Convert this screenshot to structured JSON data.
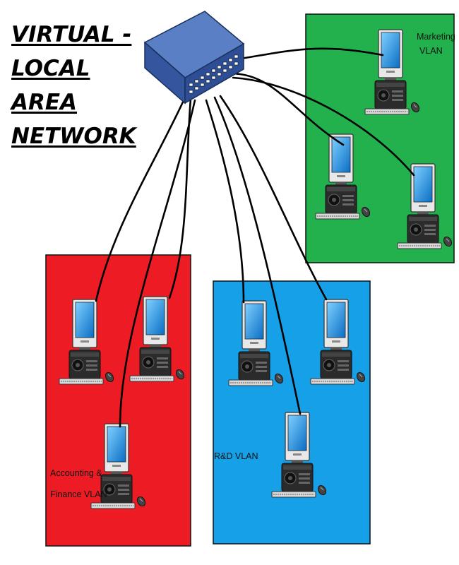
{
  "title": {
    "line1": "VIRTUAL -",
    "line2": "LOCAL",
    "line3": "AREA",
    "line4": "NETWORK"
  },
  "zones": {
    "marketing": {
      "label_line1": "Marketing",
      "label_line2": "VLAN",
      "color": "#22b14c"
    },
    "accounting": {
      "label_line1": "Accounting &",
      "label_line2": "Finance VLAN",
      "color": "#ed1c24"
    },
    "rnd": {
      "label": "R&D VLAN",
      "color": "#15a0e8"
    }
  },
  "colors": {
    "switch_top": "#5b7fc4",
    "switch_front": "#2d4e95",
    "cable": "#000000",
    "monitor_screen": "#1e8fd8",
    "computer_body": "#2b2b2b"
  },
  "icons": {
    "switch": "network-switch-icon",
    "computer": "desktop-computer-icon"
  }
}
